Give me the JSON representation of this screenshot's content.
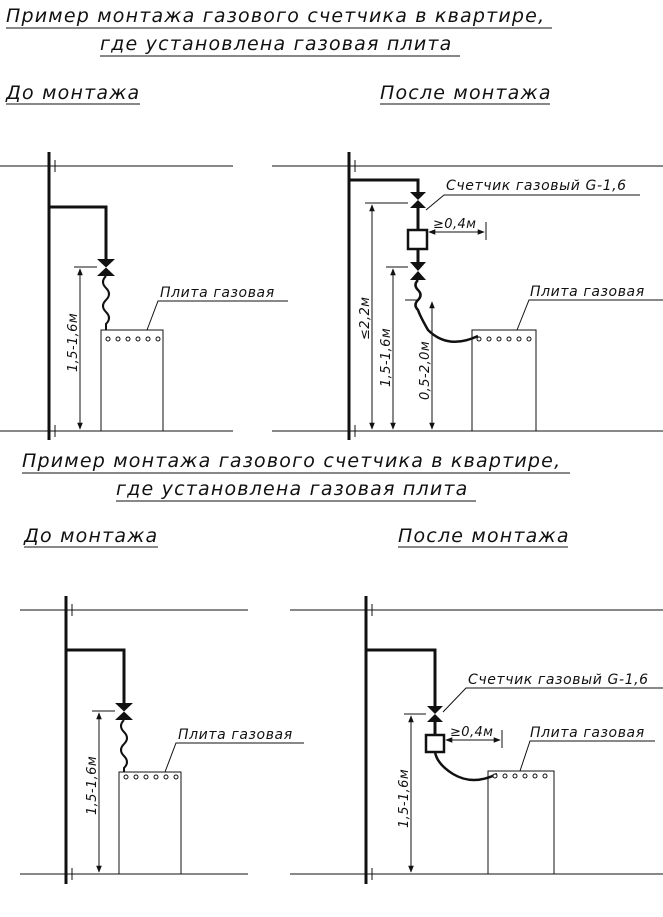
{
  "blocks": [
    {
      "title_line1": "Пример монтажа газового счетчика в квартире,",
      "title_line2": "где установлена газовая плита",
      "before": {
        "heading": "До монтажа",
        "stove_label": "Плита газовая",
        "dim_height": "1,5-1,6м"
      },
      "after": {
        "heading": "После монтажа",
        "meter_label": "Счетчик газовый G-1,6",
        "stove_label": "Плита газовая",
        "dim_distance": "≥0,4м",
        "dim_max": "≤2,2м",
        "dim_height": "1,5-1,6м",
        "dim_range": "0,5-2,0м"
      }
    },
    {
      "title_line1": "Пример монтажа газового счетчика в квартире,",
      "title_line2": "где установлена газовая плита",
      "before": {
        "heading": "До монтажа",
        "stove_label": "Плита газовая",
        "dim_height": "1,5-1,6м"
      },
      "after": {
        "heading": "После монтажа",
        "meter_label": "Счетчик газовый G-1,6",
        "stove_label": "Плита газовая",
        "dim_distance": "≥0,4м",
        "dim_height": "1,5-1,6м"
      }
    }
  ]
}
